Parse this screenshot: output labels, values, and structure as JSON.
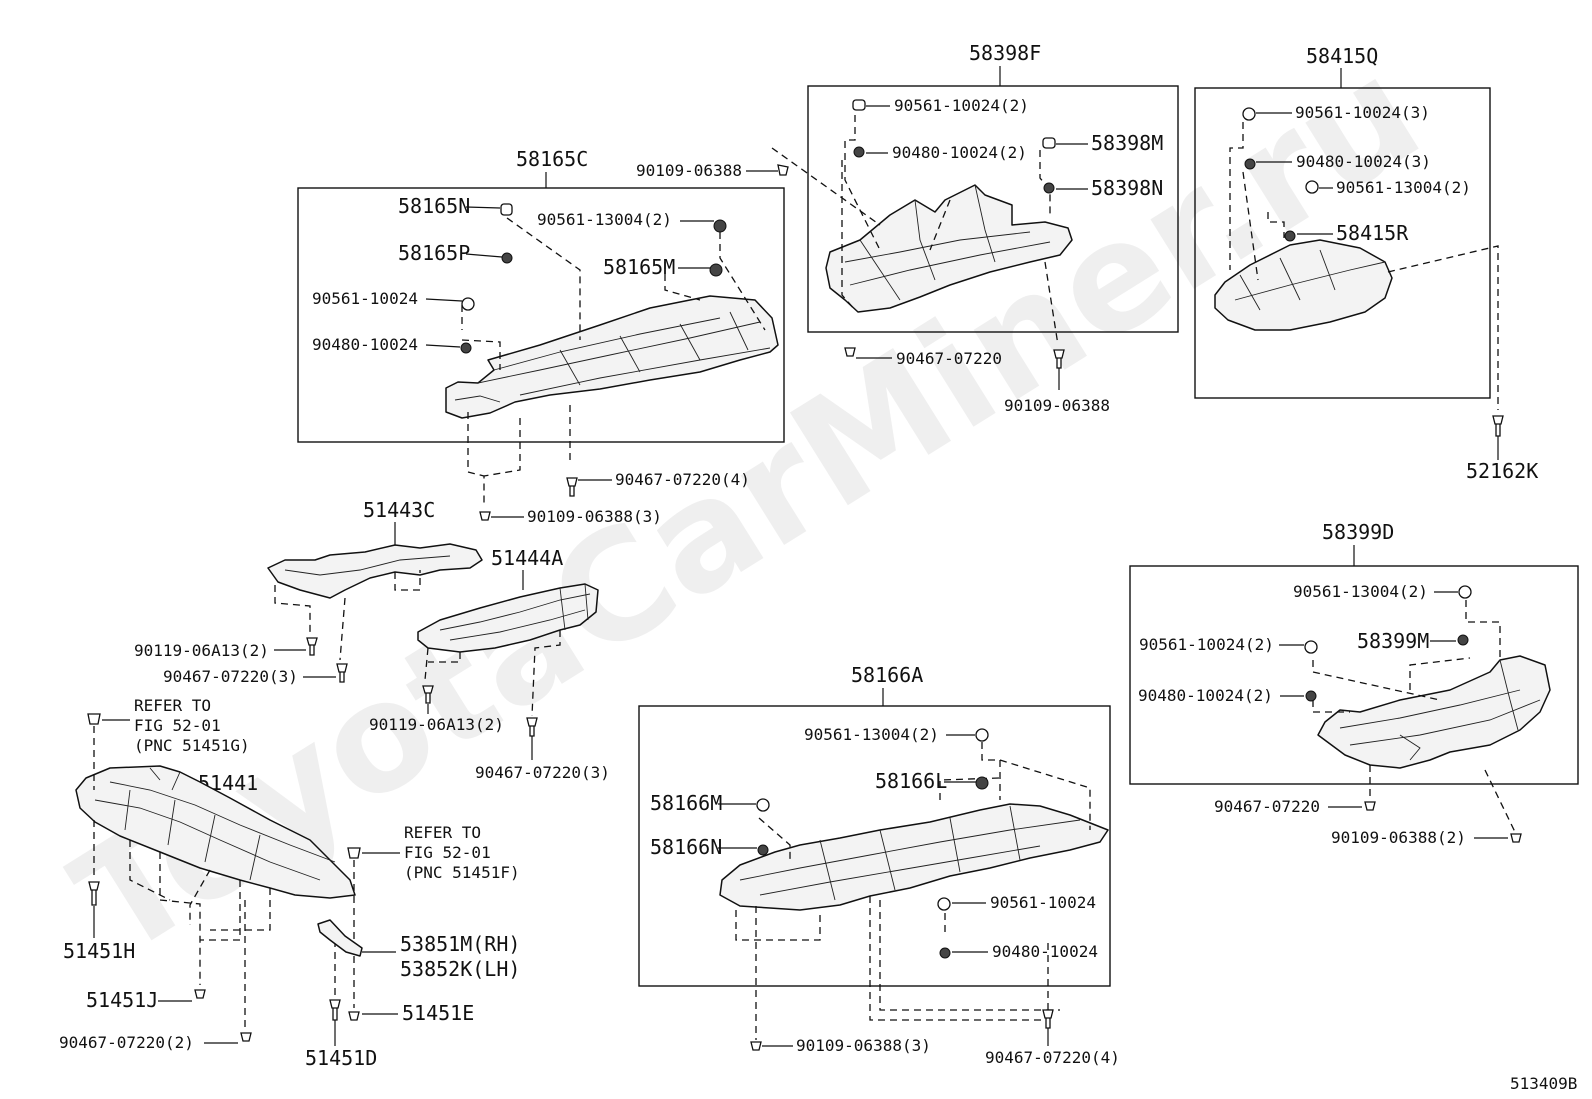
{
  "watermark": "ToyotaCarMiner.ru",
  "figure_code": "513409B",
  "groups": {
    "g58165C": "58165C",
    "g58398F": "58398F",
    "g58415Q": "58415Q",
    "g51443C": "51443C",
    "g51444A": "51444A",
    "g58399D": "58399D",
    "g58166A": "58166A",
    "g51441": "51441"
  },
  "labels": {
    "l58165N": "58165N",
    "l58165P": "58165P",
    "l58165M": "58165M",
    "l90561_13004_2_a": "90561-13004(2)",
    "l90561_10024_a": "90561-10024",
    "l90480_10024_a": "90480-10024",
    "l90467_07220_4_a": "90467-07220(4)",
    "l90109_06388_3_a": "90109-06388(3)",
    "l90109_06388_top": "90109-06388",
    "l90561_10024_2_b": "90561-10024(2)",
    "l90480_10024_2_b": "90480-10024(2)",
    "l58398M": "58398M",
    "l58398N": "58398N",
    "l90467_07220_b": "90467-07220",
    "l90109_06388_b": "90109-06388",
    "l90561_10024_3_c": "90561-10024(3)",
    "l90480_10024_3_c": "90480-10024(3)",
    "l90561_13004_2_c": "90561-13004(2)",
    "l58415R": "58415R",
    "l52162K": "52162K",
    "l90119_06A13_2_a": "90119-06A13(2)",
    "l90467_07220_3_a": "90467-07220(3)",
    "l90119_06A13_2_b": "90119-06A13(2)",
    "l90467_07220_3_b": "90467-07220(3)",
    "l90561_13004_2_d": "90561-13004(2)",
    "l90561_10024_2_d": "90561-10024(2)",
    "l58399M": "58399M",
    "l90480_10024_2_d": "90480-10024(2)",
    "l90467_07220_d": "90467-07220",
    "l90109_06388_2_d": "90109-06388(2)",
    "l90561_13004_2_e": "90561-13004(2)",
    "l58166L": "58166L",
    "l58166M": "58166M",
    "l58166N": "58166N",
    "l90561_10024_e": "90561-10024",
    "l90480_10024_e": "90480-10024",
    "l90109_06388_3_e": "90109-06388(3)",
    "l90467_07220_4_e": "90467-07220(4)",
    "refer1_l1": "REFER TO",
    "refer1_l2": "FIG 52-01",
    "refer1_l3": "(PNC 51451G)",
    "refer2_l1": "REFER TO",
    "refer2_l2": "FIG 52-01",
    "refer2_l3": "(PNC 51451F)",
    "l51451H": "51451H",
    "l51451J": "51451J",
    "l90467_07220_2_f": "90467-07220(2)",
    "l51451D": "51451D",
    "l51451E": "51451E",
    "l53851M": "53851M(RH)",
    "l53852K": "53852K(LH)"
  }
}
